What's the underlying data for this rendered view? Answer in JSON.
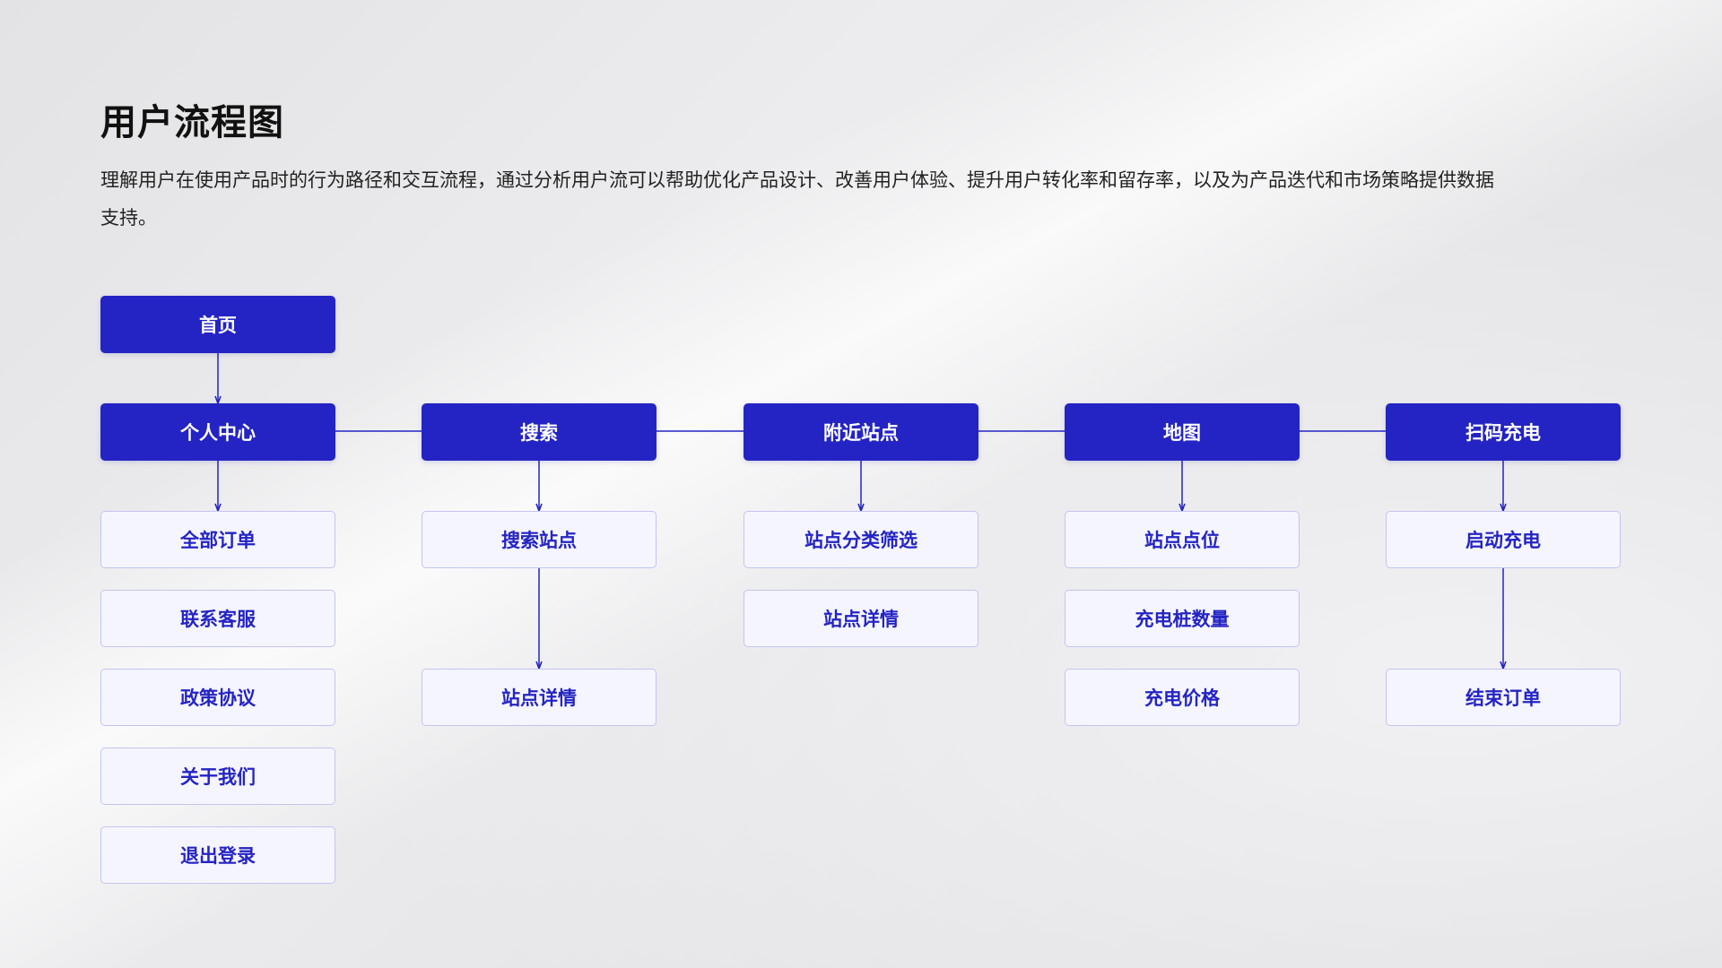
{
  "page": {
    "title": "用户流程图",
    "description": "理解用户在使用产品时的行为路径和交互流程，通过分析用户流可以帮助优化产品设计、改善用户体验、提升用户转化率和留存率，以及为产品迭代和市场策略提供数据支持。"
  },
  "colors": {
    "primary": "#2424c4",
    "secondary_bg": "#f5f5ff",
    "secondary_border": "#c3c3f2",
    "line": "#2424c4"
  },
  "flow": {
    "root": "首页",
    "columns": [
      {
        "label": "个人中心",
        "items": [
          "全部订单",
          "联系客服",
          "政策协议",
          "关于我们",
          "退出登录"
        ]
      },
      {
        "label": "搜索",
        "items": [
          "搜索站点",
          "站点详情"
        ]
      },
      {
        "label": "附近站点",
        "items": [
          "站点分类筛选",
          "站点详情"
        ]
      },
      {
        "label": "地图",
        "items": [
          "站点点位",
          "充电桩数量",
          "充电价格"
        ]
      },
      {
        "label": "扫码充电",
        "items": [
          "启动充电",
          "结束订单"
        ]
      }
    ]
  }
}
